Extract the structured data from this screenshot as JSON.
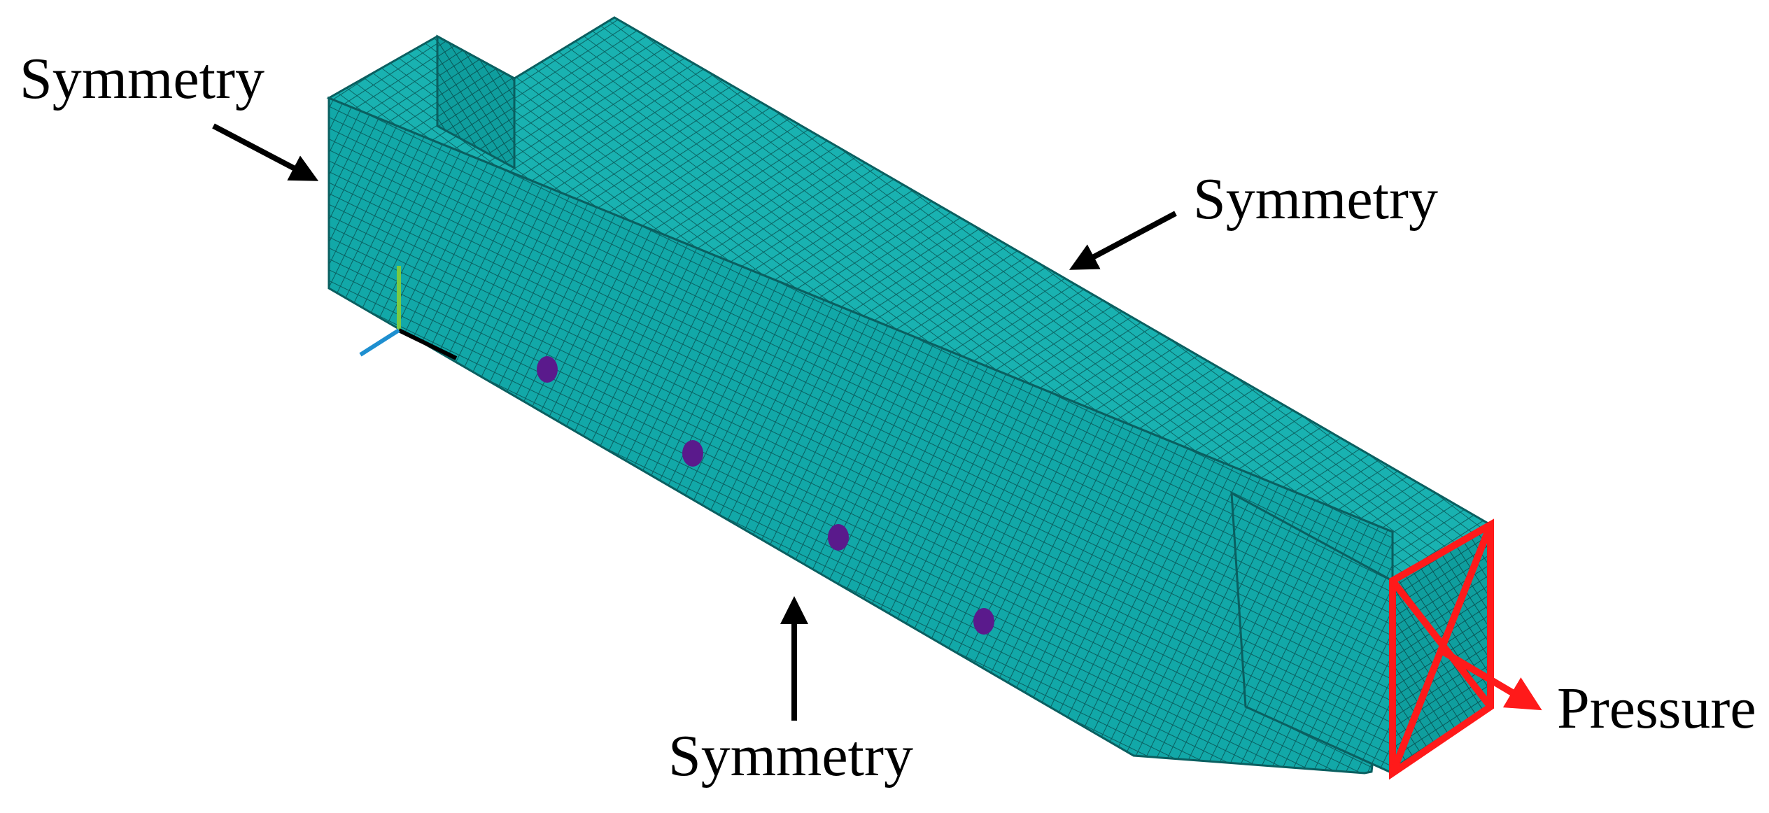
{
  "labels": {
    "symmetry_top_left": "Symmetry",
    "symmetry_right": "Symmetry",
    "symmetry_bottom": "Symmetry",
    "pressure": "Pressure"
  },
  "colors": {
    "mesh_fill": "#12a8a8",
    "mesh_line": "#0a5f60",
    "bolt_hole": "#5a1a8c",
    "pressure_load": "#ff1a1a",
    "arrow": "#000000",
    "axis_x": "#000000",
    "axis_y": "#7ac943",
    "axis_z": "#1e8fd0"
  },
  "icons": {
    "bolt_holes": [
      "bolt-hole-1",
      "bolt-hole-2",
      "bolt-hole-3",
      "bolt-hole-4"
    ],
    "coordinate_triad": "xyz-axis-triad-icon"
  }
}
